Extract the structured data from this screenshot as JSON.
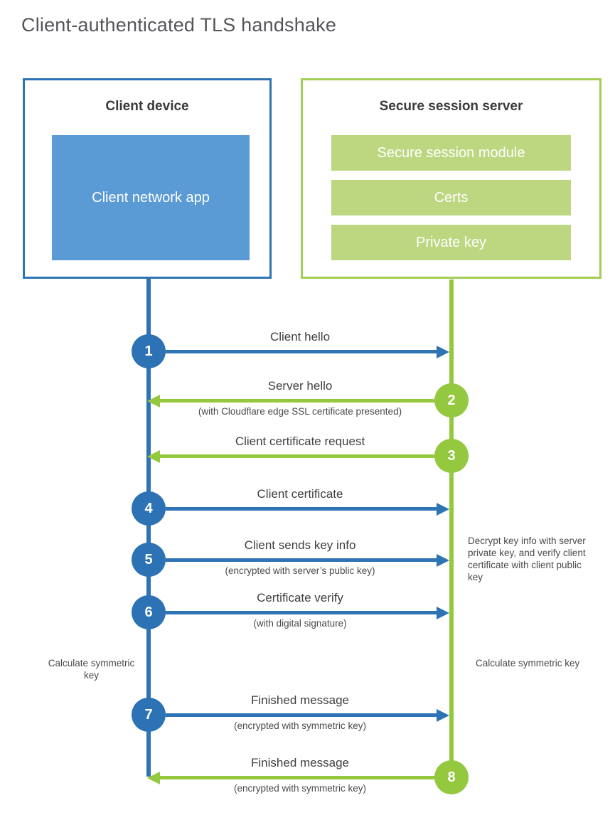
{
  "title": "Client-authenticated TLS handshake",
  "client_box": {
    "title": "Client device",
    "inner_label": "Client network app"
  },
  "server_box": {
    "title": "Secure session server",
    "modules": [
      "Secure session module",
      "Certs",
      "Private key"
    ]
  },
  "steps": [
    {
      "number": "1",
      "direction": "client-to-server",
      "label": "Client hello",
      "sublabel": ""
    },
    {
      "number": "2",
      "direction": "server-to-client",
      "label": "Server hello",
      "sublabel": "(with Cloudflare edge SSL certificate presented)"
    },
    {
      "number": "3",
      "direction": "server-to-client",
      "label": "Client certificate request",
      "sublabel": ""
    },
    {
      "number": "4",
      "direction": "client-to-server",
      "label": "Client certificate",
      "sublabel": ""
    },
    {
      "number": "5",
      "direction": "client-to-server",
      "label": "Client sends key info",
      "sublabel": "(encrypted with server’s public key)"
    },
    {
      "number": "6",
      "direction": "client-to-server",
      "label": "Certificate verify",
      "sublabel": "(with digital signature)"
    },
    {
      "number": "7",
      "direction": "client-to-server",
      "label": "Finished message",
      "sublabel": "(encrypted with symmetric key)"
    },
    {
      "number": "8",
      "direction": "server-to-client",
      "label": "Finished message",
      "sublabel": "(encrypted with symmetric key)"
    }
  ],
  "annotations": {
    "client_calculate": "Calculate symmetric key",
    "server_calculate": "Calculate symmetric key",
    "server_note": "Decrypt key info with server private key, and verify client certificate with client public key"
  },
  "colors": {
    "client_primary": "#2e74b5",
    "client_fill": "#5b9bd5",
    "server_primary": "#94c83e",
    "server_border": "#a3ce55",
    "server_fill": "#bcd780"
  }
}
